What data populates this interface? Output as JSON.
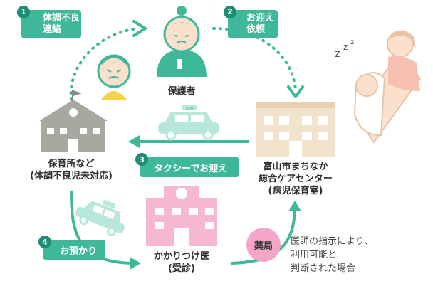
{
  "steps": [
    {
      "num": "1",
      "lines": [
        "体調不良",
        "連絡"
      ]
    },
    {
      "num": "2",
      "lines": [
        "お迎え",
        "依頼"
      ]
    },
    {
      "num": "3",
      "lines": [
        "タクシーでお迎え"
      ]
    },
    {
      "num": "4",
      "lines": [
        "お預かり"
      ]
    }
  ],
  "nodes": {
    "guardian": "保護者",
    "nursery": [
      "保育所など",
      "(体調不良児未対応)"
    ],
    "center": [
      "富山市まちなか",
      "総合ケアセンター",
      "(病児保育室)"
    ],
    "clinic": [
      "かかりつけ医",
      "(受診)"
    ]
  },
  "pharmacy": "薬局",
  "pharmacy_note": [
    "医師の指示により、",
    "利用可能と",
    "判断された場合"
  ],
  "taxi_sign": "TAXI",
  "colors": {
    "teal": "#3fb89a",
    "teal_dark": "#1f8c75",
    "building_gray": "#a8a8a0",
    "center_beige": "#f1e3cc",
    "hospital_pink": "#f6b7d2",
    "pharmacy_pink": "#f4a6c9",
    "taxi_mint": "#b9e6da",
    "skin": "#fbe1cc"
  },
  "icons": [
    "nursery-building-icon",
    "guardian-icon",
    "sick-child-icon",
    "care-center-building-icon",
    "nurse-with-child-icon",
    "hospital-icon",
    "taxi-icon"
  ]
}
